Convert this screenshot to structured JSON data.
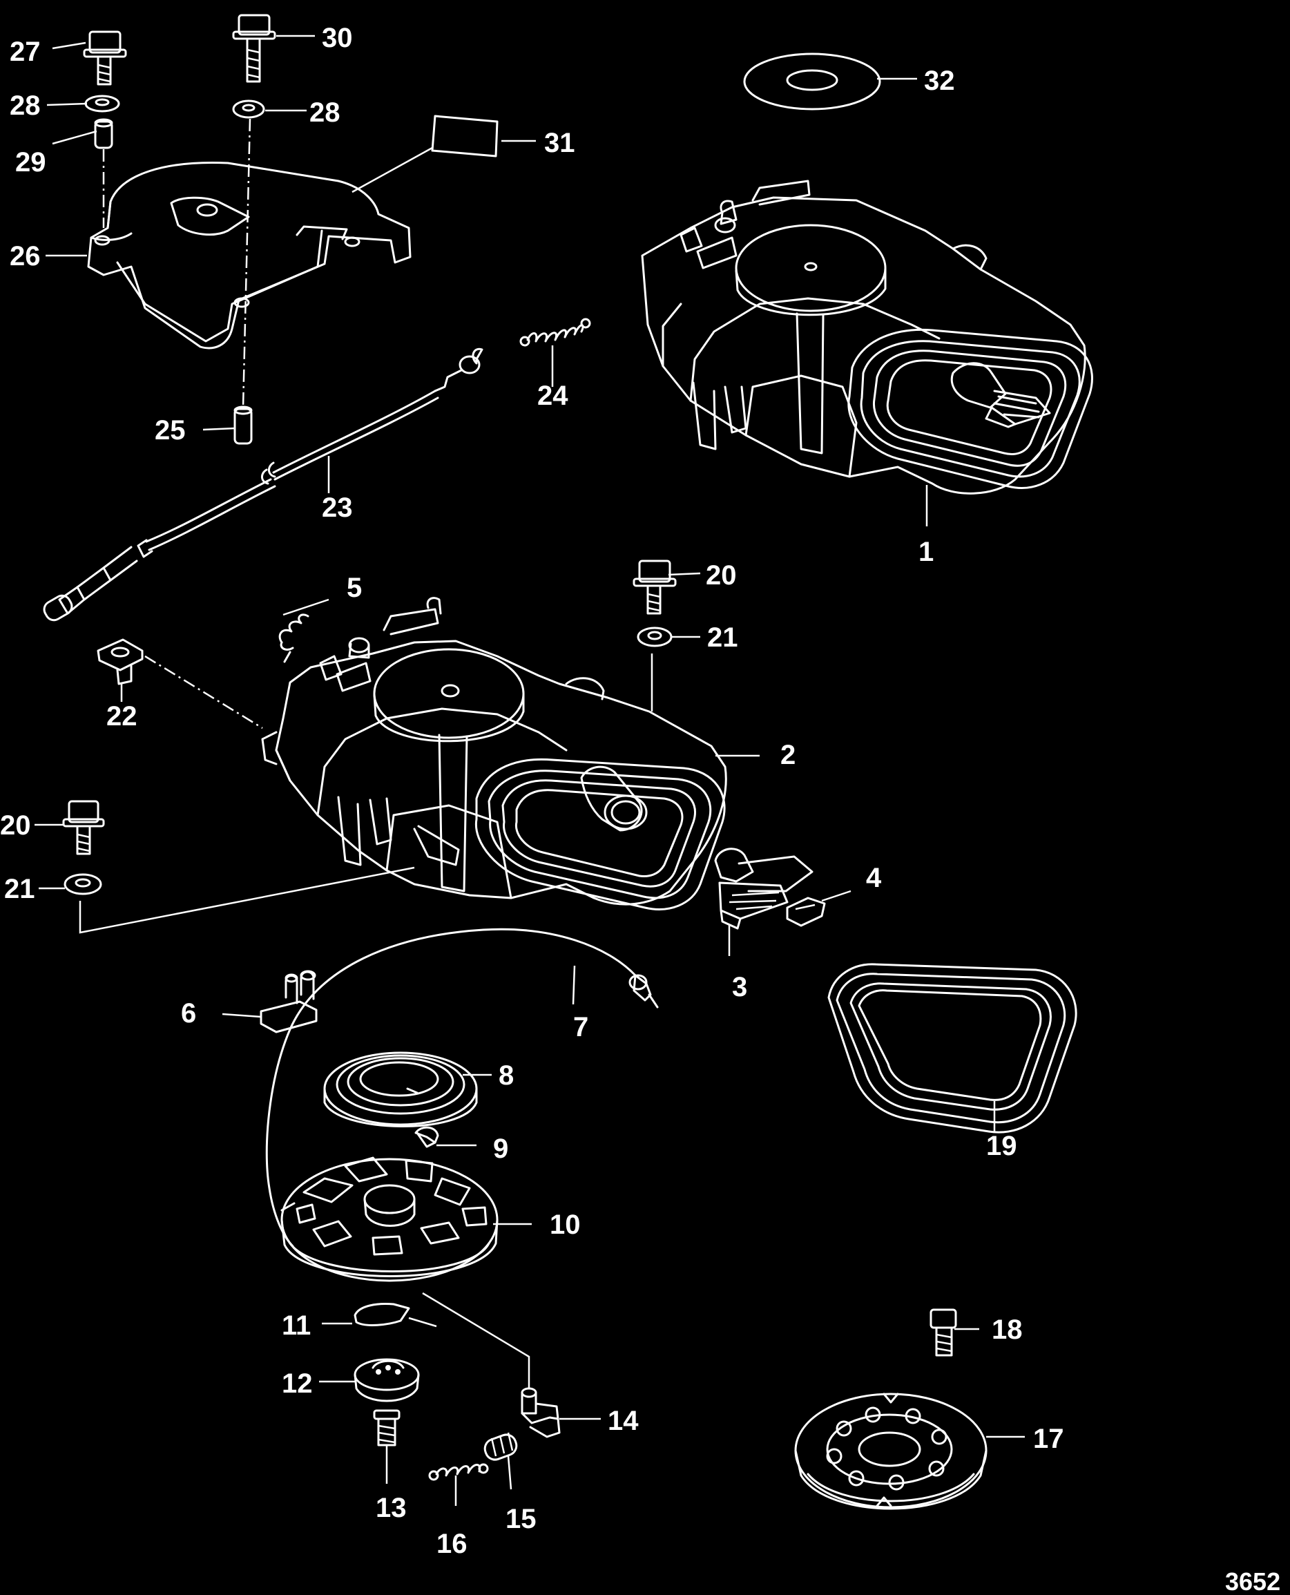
{
  "figure_number": "3652",
  "callouts": {
    "c1": "1",
    "c2": "2",
    "c3": "3",
    "c4": "4",
    "c5": "5",
    "c6": "6",
    "c7": "7",
    "c8": "8",
    "c9": "9",
    "c10": "10",
    "c11": "11",
    "c12": "12",
    "c13": "13",
    "c14": "14",
    "c15": "15",
    "c16": "16",
    "c17": "17",
    "c18": "18",
    "c19": "19",
    "c20a": "20",
    "c20b": "20",
    "c21a": "21",
    "c21b": "21",
    "c22": "22",
    "c23": "23",
    "c24": "24",
    "c25": "25",
    "c26": "26",
    "c27": "27",
    "c28a": "28",
    "c28b": "28",
    "c29": "29",
    "c30": "30",
    "c31": "31",
    "c32": "32"
  },
  "colors": {
    "background": "#000000",
    "linework": "#ffffff"
  }
}
